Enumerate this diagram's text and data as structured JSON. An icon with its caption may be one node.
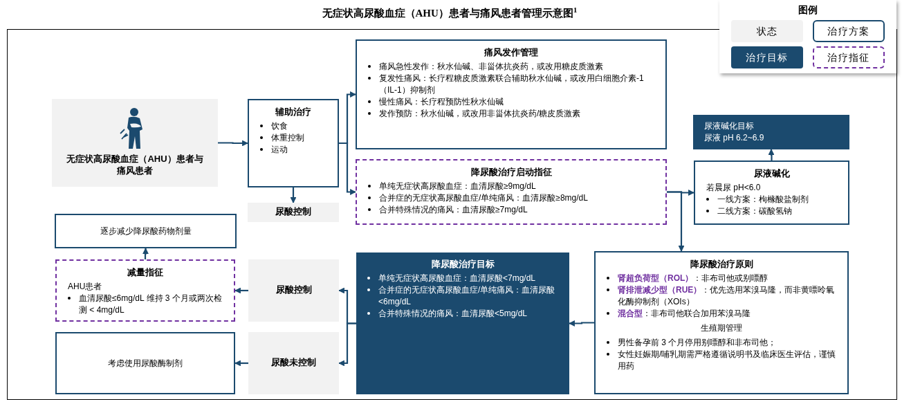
{
  "diagram": {
    "title": "无症状高尿酸血症（AHU）患者与痛风患者管理示意图$^{1}$",
    "nodes": [
      {
        "text": [
          "无症状高尿酸血症（AHU）患者与痛风患者"
        ]
      },
      {
        "text": [
          "辅助治疗",
          "饮食",
          "体重控制",
          "运动"
        ]
      },
      {
        "text": [
          "痛风发作管理",
          "痛风急性发作：秋水仙碱、非甾体抗炎药，或改用糖皮质激素",
          "复发性痛风：长疗程糖皮质激素联合辅助秋水仙碱，或改用白细胞介素-1（IL-1）抑制剂",
          "慢性痛风：长疗程预防性秋水仙碱",
          "发作预防：秋水仙碱，或改用非甾体抗炎药/糖皮质激素"
        ]
      },
      {
        "text": [
          "降尿酸治疗启动指征",
          "单纯无症状高尿酸血症：血清尿酸≥9mg/dL",
          "合并症的无症状高尿酸血症/单纯痛风：血清尿酸≥8mg/dL",
          "合并特殊情况的痛风：血清尿酸≥7mg/dL"
        ]
      },
      {
        "text": [
          "尿酸控制"
        ]
      },
      {
        "text": [
          "尿液碱化目标",
          "尿液 pH 6.2~6.9"
        ]
      },
      {
        "text": [
          "尿液碱化",
          "若晨尿 pH<6.0",
          "一线方案：枸橼酸盐制剂",
          "二线方案：碳酸氢钠"
        ]
      },
      {
        "text": [
          "降尿酸治疗原则",
          "**肾超负荷型（ROL）**：非布司他或别嘌醇",
          "**肾排泄减少型（RUE）**：优先选用苯溴马隆，而非黄嘌呤氧化酶抑制剂（XOIs）",
          "**混合型**：非布司他联合加用苯溴马隆",
          "生殖期管理",
          "男性备孕前 3 个月停用别嘌醇和非布司他；",
          "女性妊娠期/哺乳期需严格遵循说明书及临床医生评估，谨慎用药"
        ]
      },
      {
        "text": [
          "降尿酸治疗目标",
          "单纯无症状高尿酸血症：血清尿酸<7mg/dL",
          "合并症的无症状高尿酸血症/单纯痛风：血清尿酸<6mg/dL",
          "合并特殊情况的痛风：血清尿酸<5mg/dL"
        ]
      },
      {
        "text": [
          "尿酸控制"
        ]
      },
      {
        "text": [
          "尿酸未控制"
        ]
      },
      {
        "text": [
          "减量指征",
          "AHU患者",
          "血清尿酸≤6mg/dL 维持 3 个月或两次检测 < 4mg/dL"
        ]
      },
      {
        "text": [
          "逐步减少降尿酸药物剂量"
        ]
      },
      {
        "text": [
          "考虑使用尿酸酶制剂"
        ]
      }
    ],
    "edges": [
      {
        "from": 0,
        "to": 1,
        "arrow": "to"
      },
      {
        "from": 1,
        "to": 2,
        "arrow": "to"
      },
      {
        "from": 1,
        "to": 3,
        "arrow": "to"
      },
      {
        "from": 1,
        "to": 4,
        "arrow": "to"
      },
      {
        "from": 3,
        "to": 6,
        "arrow": "to"
      },
      {
        "from": 3,
        "to": 7,
        "arrow": "to"
      },
      {
        "from": 6,
        "to": 5,
        "arrow": "to"
      },
      {
        "from": 7,
        "to": 8,
        "arrow": "to"
      },
      {
        "from": 8,
        "to": 9,
        "arrow": "to"
      },
      {
        "from": 8,
        "to": 10,
        "arrow": "to"
      },
      {
        "from": 9,
        "to": 11,
        "arrow": "to"
      },
      {
        "from": 10,
        "to": 13,
        "arrow": "to"
      },
      {
        "from": 11,
        "to": 12,
        "arrow": "to"
      }
    ],
    "labels": [
      "图例"
    ],
    "legend": [
      {
        "text": "状态",
        "color": "#f2f2f2"
      },
      {
        "text": "治疗方案"
      },
      {
        "text": "治疗目标",
        "color": "#1b4a6e"
      },
      {
        "text": "治疗指征"
      }
    ]
  }
}
